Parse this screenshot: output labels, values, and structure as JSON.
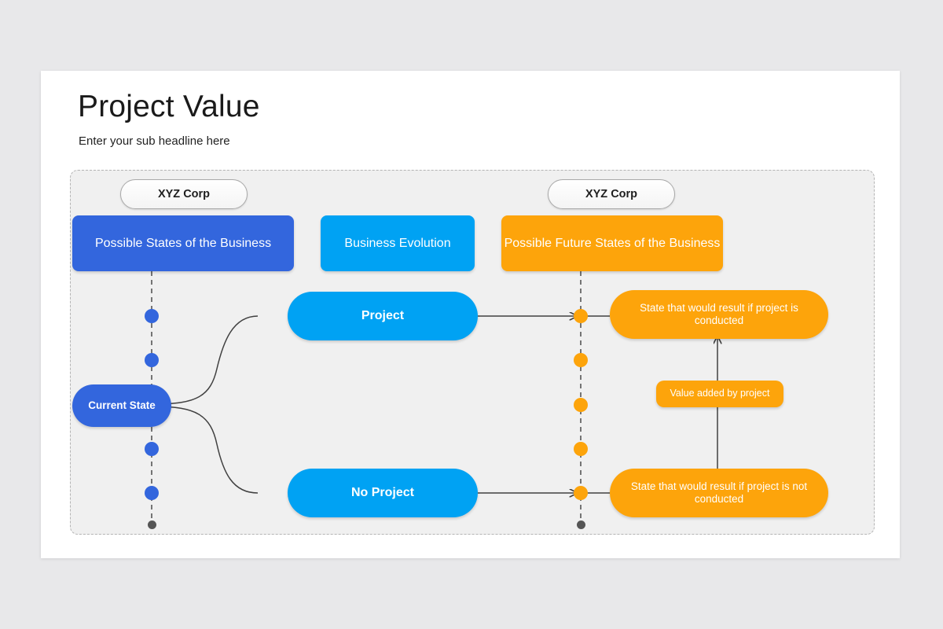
{
  "slide": {
    "title": "Project Value",
    "subtitle": "Enter your sub headline here"
  },
  "colors": {
    "page_background": "#e8e8ea",
    "slide_background": "#ffffff",
    "panel_background": "#f0f0f0",
    "panel_border": "#b4b4b4",
    "dark_blue": "#3366DD",
    "cyan": "#00A2F3",
    "orange": "#FDA40B",
    "connector": "#404040",
    "terminal_dot": "#555555"
  },
  "diagram": {
    "type": "process-flow",
    "corp_labels": [
      {
        "id": "corp-left",
        "text": "XYZ Corp"
      },
      {
        "id": "corp-right",
        "text": "XYZ Corp"
      }
    ],
    "headers": [
      {
        "id": "header-possible-states",
        "text": "Possible States of the Business",
        "color": "#3366DD"
      },
      {
        "id": "header-business-evolution",
        "text": "Business Evolution",
        "color": "#00A2F3"
      },
      {
        "id": "header-possible-future-states",
        "text": "Possible Future States of the Business",
        "color": "#FDA40B"
      }
    ],
    "nodes": [
      {
        "id": "current-state",
        "text": "Current State",
        "color": "#3366DD"
      },
      {
        "id": "project",
        "text": "Project",
        "color": "#00A2F3"
      },
      {
        "id": "no-project",
        "text": "No Project",
        "color": "#00A2F3"
      },
      {
        "id": "state-conducted",
        "text": "State that would result if project is conducted",
        "color": "#FDA40B"
      },
      {
        "id": "state-not-conducted",
        "text": "State that would result if project is not conducted",
        "color": "#FDA40B"
      },
      {
        "id": "value-added",
        "text": "Value added by project",
        "color": "#FDA40B"
      }
    ],
    "left_track": {
      "dot_color": "#3366DD",
      "dot_count": 5,
      "terminal_dot_color": "#555555"
    },
    "right_track": {
      "dot_color": "#FDA40B",
      "dot_count": 5,
      "terminal_dot_color": "#555555"
    },
    "connectors": [
      {
        "from": "current-state",
        "to": "project",
        "style": "curve"
      },
      {
        "from": "current-state",
        "to": "no-project",
        "style": "curve"
      },
      {
        "from": "project",
        "to": "state-conducted",
        "style": "arrow"
      },
      {
        "from": "no-project",
        "to": "state-not-conducted",
        "style": "arrow"
      },
      {
        "from": "state-not-conducted",
        "to": "state-conducted",
        "style": "arrow-up",
        "label": "Value added by project"
      }
    ]
  }
}
